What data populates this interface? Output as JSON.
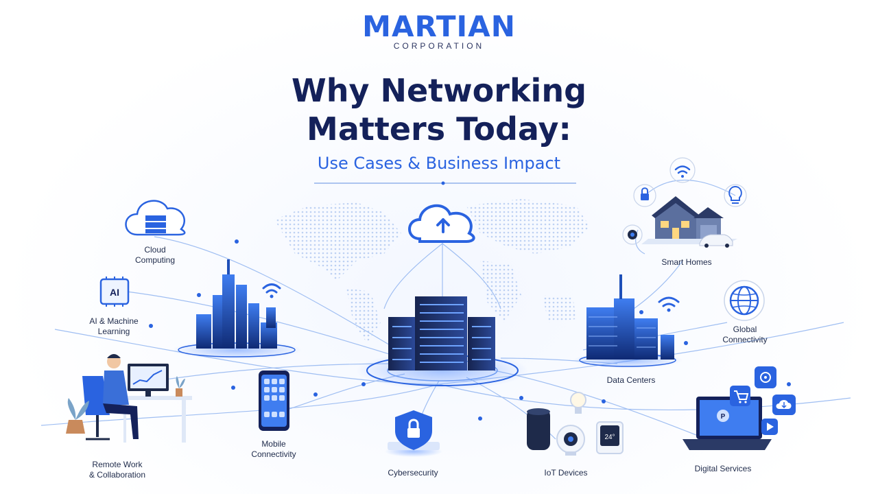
{
  "brand": {
    "name": "MARTIAN",
    "tagline": "CORPORATION"
  },
  "headline": {
    "line1": "Why Networking",
    "line2": "Matters Today:"
  },
  "subtitle": "Use Cases & Business Impact",
  "use_cases": {
    "cloud_computing": {
      "line1": "Cloud",
      "line2": "Computing"
    },
    "ai_ml": {
      "line1": "AI & Machine",
      "line2": "Learning",
      "chip": "AI"
    },
    "remote_work": {
      "line1": "Remote Work",
      "line2": "& Collaboration"
    },
    "mobile": {
      "line1": "Mobile",
      "line2": "Connectivity"
    },
    "cybersecurity": {
      "line1": "Cybersecurity"
    },
    "iot": {
      "line1": "IoT Devices",
      "thermostat": "24°"
    },
    "digital_services": {
      "line1": "Digital Services"
    },
    "data_centers": {
      "line1": "Data Centers"
    },
    "global_connectivity": {
      "line1": "Global",
      "line2": "Connectivity"
    },
    "smart_homes": {
      "line1": "Smart Homes"
    }
  },
  "colors": {
    "primary": "#2a63e0",
    "navy": "#14215a",
    "line": "#9fbef2"
  }
}
